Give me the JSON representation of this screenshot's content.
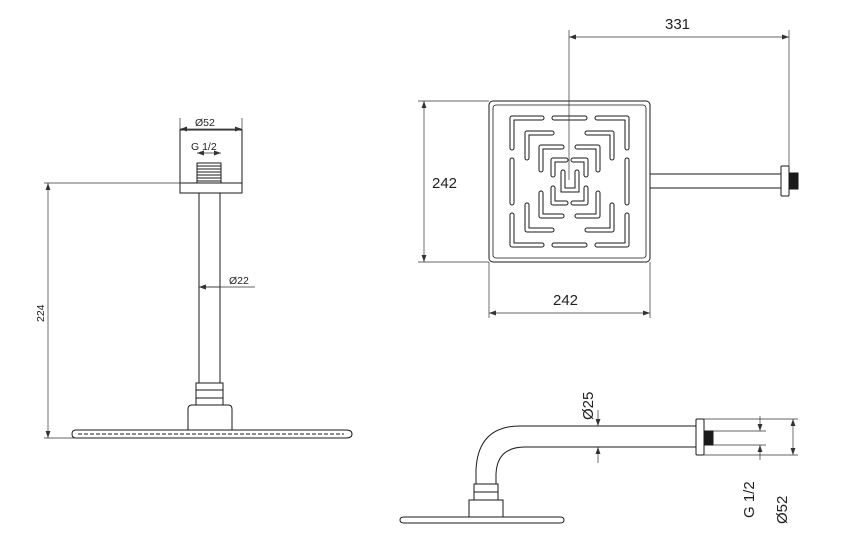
{
  "colors": {
    "line": "#1a1a1a",
    "dimension": "#333333",
    "background": "#ffffff"
  },
  "views": {
    "ceiling_side": {
      "d_flange": "Ø52",
      "thread": "G 1/2",
      "d_arm": "Ø22",
      "height": "224"
    },
    "top": {
      "projection": "331",
      "depth": "242",
      "width": "242"
    },
    "wall_side": {
      "d_arm": "Ø25",
      "thread": "G 1/2",
      "d_flange": "Ø52"
    }
  }
}
